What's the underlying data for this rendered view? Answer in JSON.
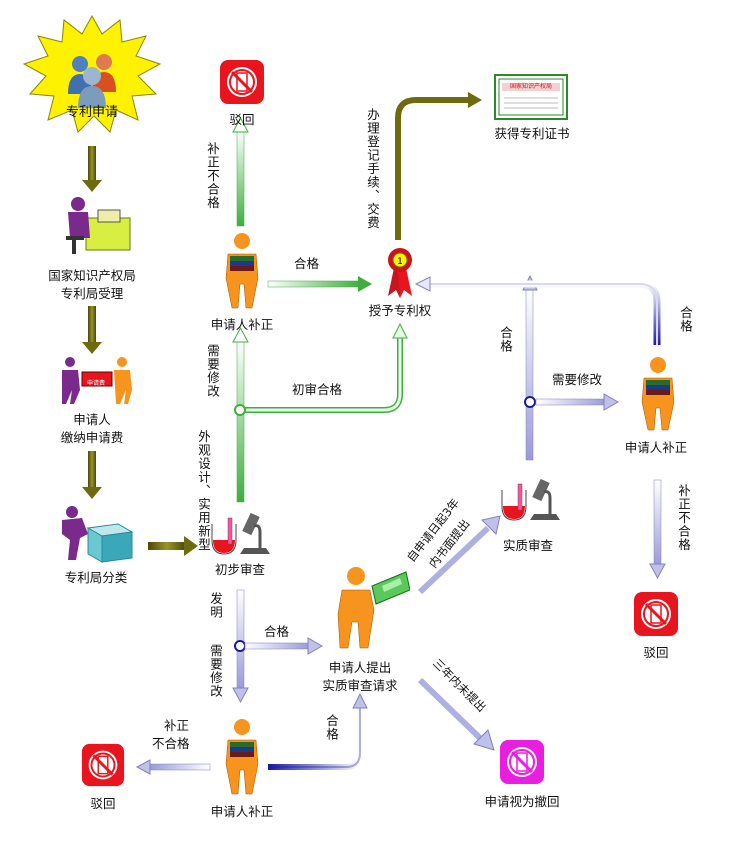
{
  "colors": {
    "olive": "#6e6a10",
    "green": "#7fc97f",
    "navy": "#1a1aa0",
    "lavender": "#d8d8f0",
    "red": "#e8141e",
    "magenta": "#e81ee0",
    "star": "#fff200",
    "orange": "#f7941d"
  },
  "nodes": {
    "apply": "专利申请",
    "office_line1": "国家知识产权局",
    "office_line2": "专利局受理",
    "pay_line1": "申请人",
    "pay_line2": "缴纳申请费",
    "pay_box": "申请费",
    "classify": "专利局分类",
    "prelim": "初步审查",
    "reject_top": "驳回",
    "correct_top": "申请人补正",
    "grant": "授予专利权",
    "certificate": "获得专利证书",
    "cert_text": "国家知识产权局",
    "correct_right": "申请人补正",
    "substantive": "实质审查",
    "reject_right": "驳回",
    "request_line1": "申请人提出",
    "request_line2": "实质审查请求",
    "deemed_withdrawn": "申请视为撤回",
    "correct_bottom": "申请人补正",
    "reject_bottom": "驳回"
  },
  "labels": {
    "not_qualified_top": "补正不合格",
    "qualified_mid": "合格",
    "register_fee": "办理登记手续、交费",
    "need_modify_top": "需要修改",
    "prelim_ok": "初审合格",
    "design_utility": "外观设计、实用新型",
    "invention": "发明",
    "qualified_low": "合格",
    "need_modify_low": "需要修改",
    "not_qualified_bottom_1": "补正",
    "not_qualified_bottom_2": "不合格",
    "qualified_up": "合格",
    "within_3yr_1": "自申请日起3年",
    "within_3yr_2": "内书面提出",
    "not_within_3yr": "三年内未提出",
    "qualified_right_v": "合格",
    "need_modify_right": "需要修改",
    "qualified_far_right": "合格",
    "not_qualified_right": "补正不合格"
  }
}
